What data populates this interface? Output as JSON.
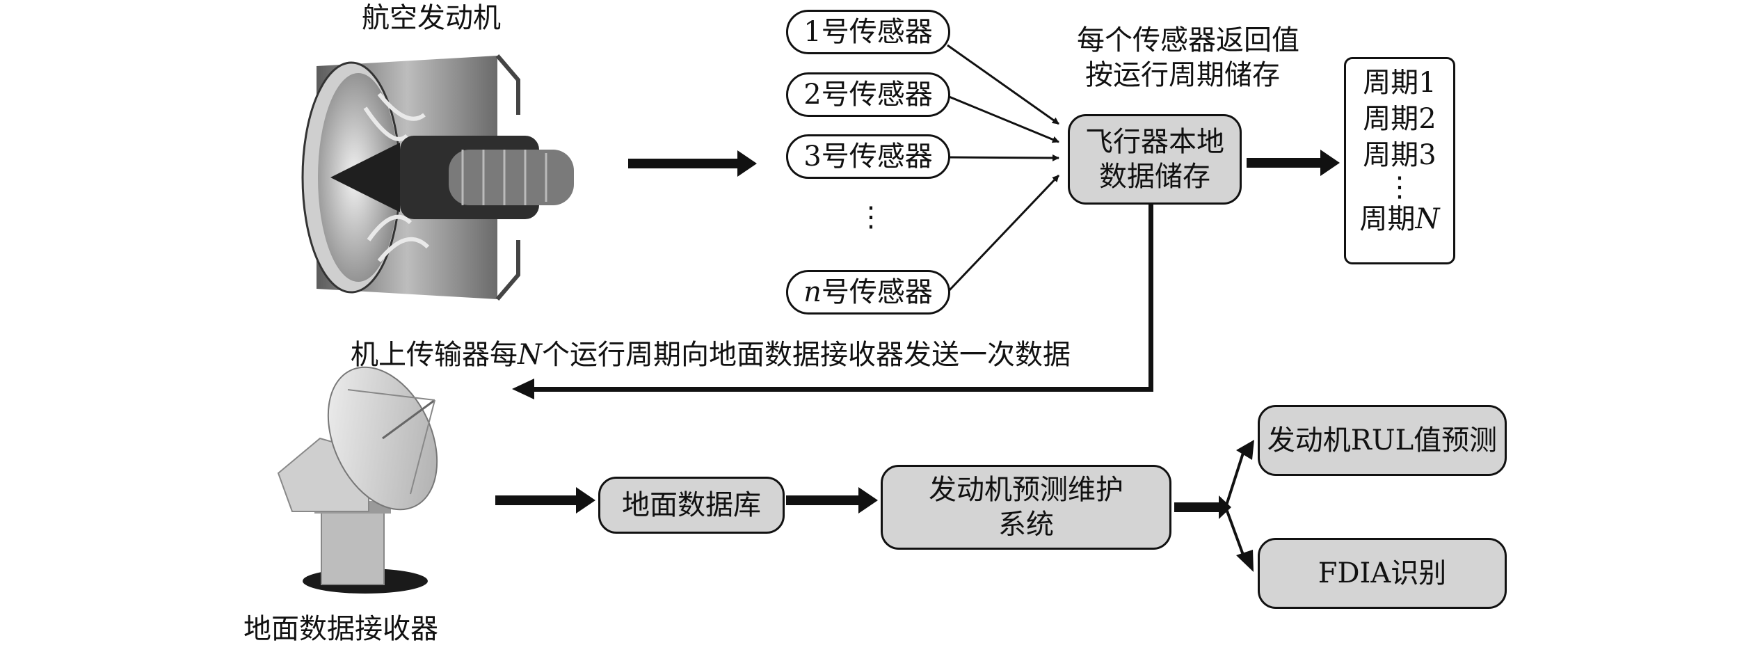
{
  "engine": {
    "label": "航空发动机"
  },
  "sensors": [
    {
      "label": "1号传感器"
    },
    {
      "label": "2号传感器"
    },
    {
      "label": "3号传感器"
    },
    {
      "label": "⋮"
    },
    {
      "num": "n",
      "label": "号传感器"
    }
  ],
  "storage": {
    "caption_line1": "每个传感器返回值",
    "caption_line2": "按运行周期储存",
    "box_line1": "飞行器本地",
    "box_line2": "数据储存"
  },
  "cycles": {
    "items": [
      "周期1",
      "周期2",
      "周期3",
      "⋮"
    ],
    "last_prefix": "周期",
    "last_var": "N"
  },
  "transmit": {
    "prefix": "机上传输器每",
    "var": "N",
    "suffix": "个运行周期向地面数据接收器发送一次数据"
  },
  "receiver": {
    "label": "地面数据接收器"
  },
  "ground_db": {
    "label": "地面数据库"
  },
  "phm": {
    "line1": "发动机预测维护",
    "line2": "系统"
  },
  "outputs": [
    {
      "label": "发动机RUL值预测"
    },
    {
      "label": "FDIA识别"
    }
  ],
  "colors": {
    "box_fill": "#d4d4d4",
    "stroke": "#111111"
  }
}
